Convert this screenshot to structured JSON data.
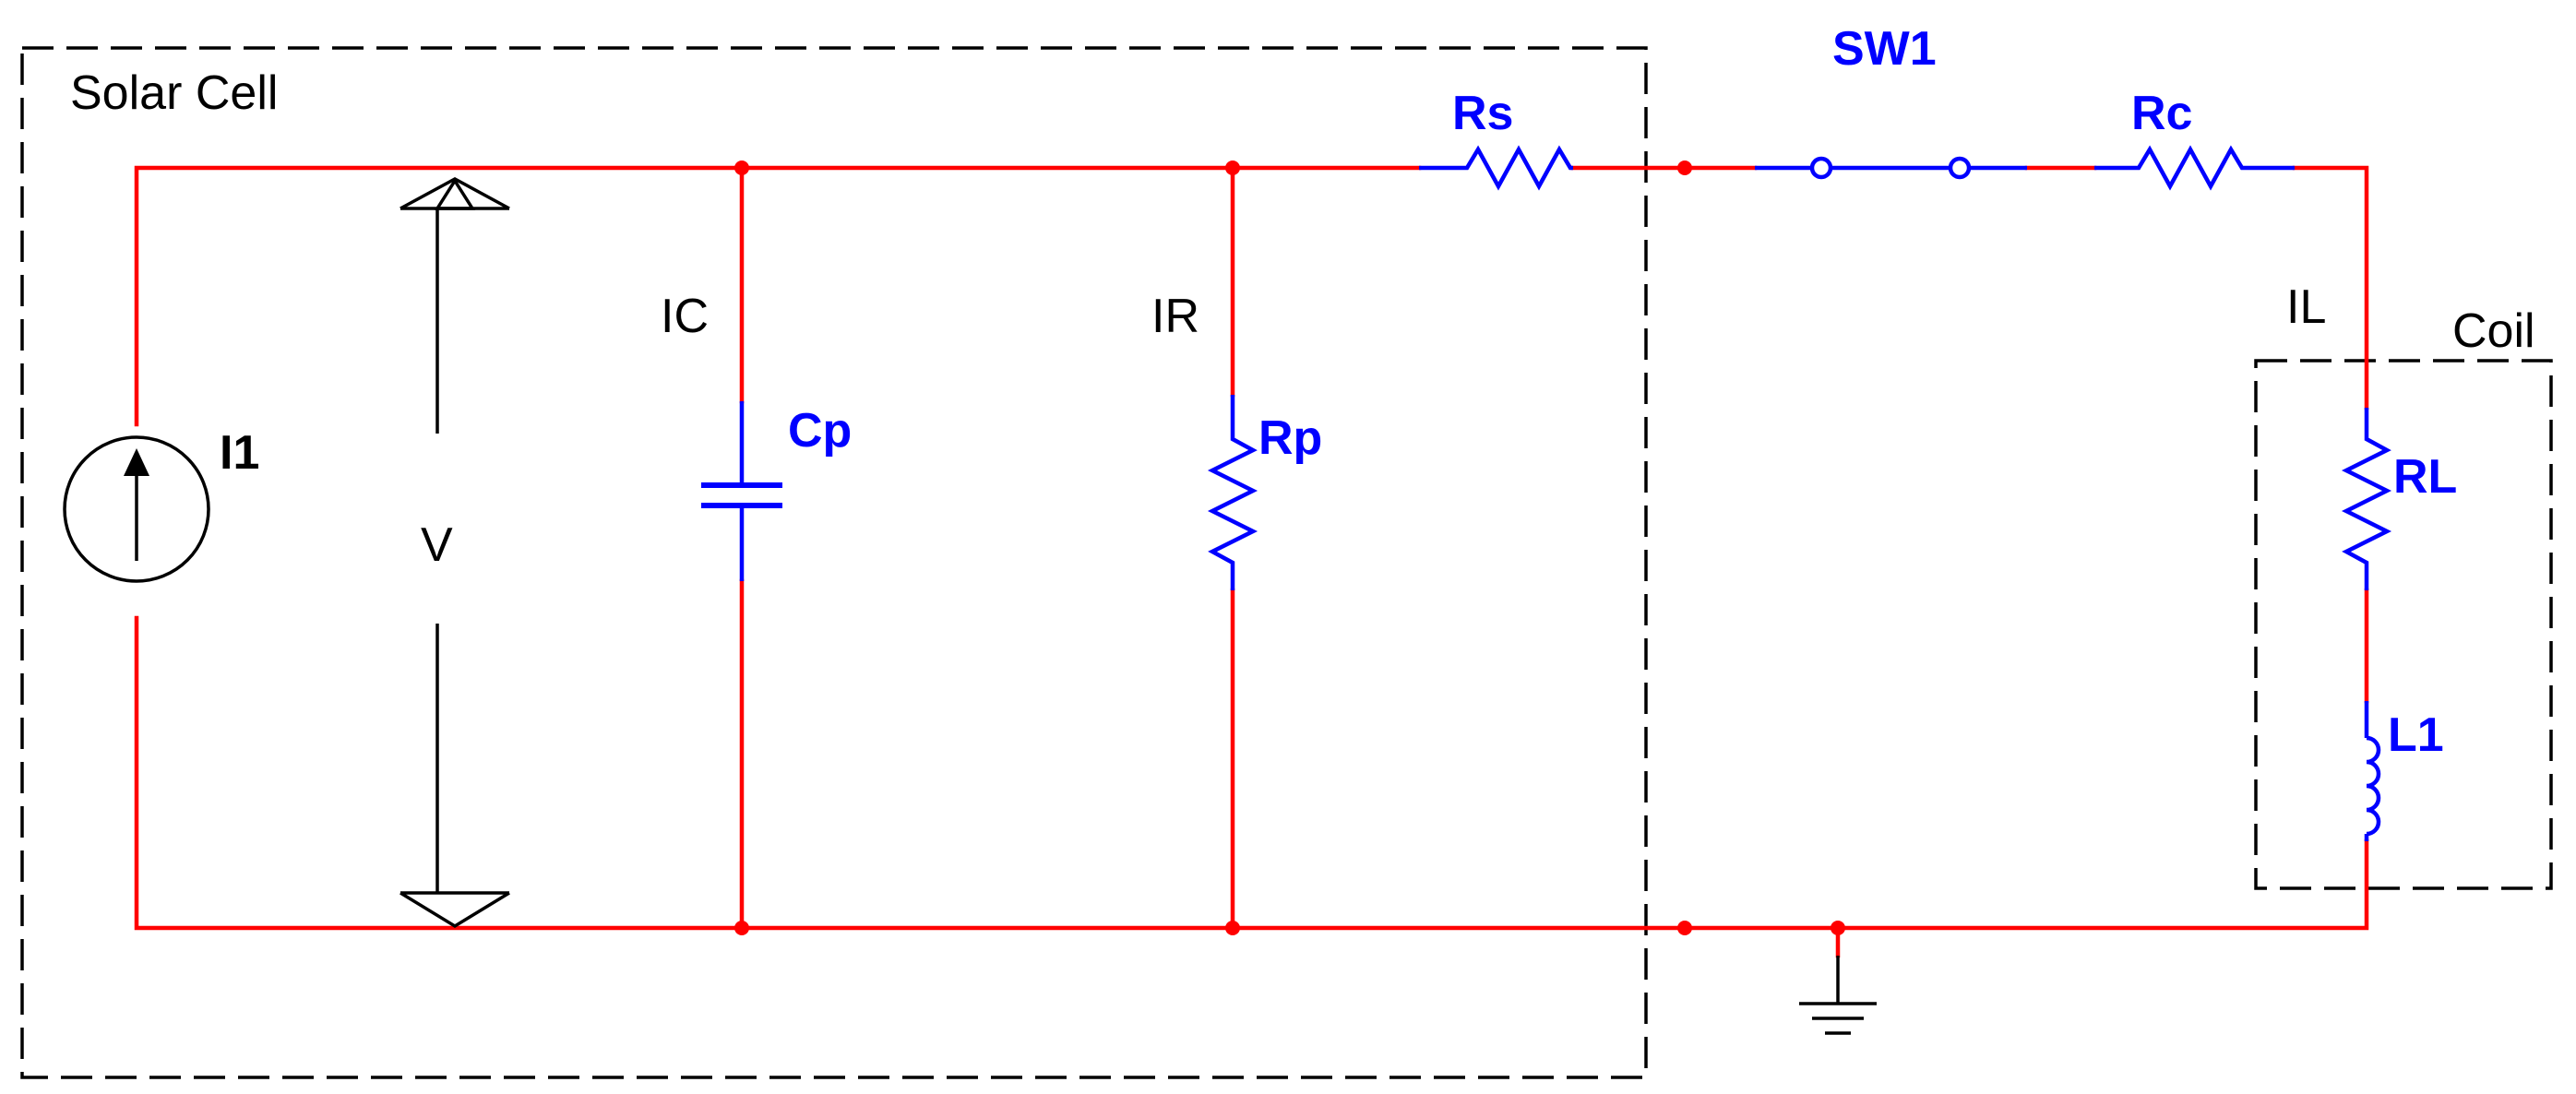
{
  "blocks": {
    "solar_cell": "Solar Cell",
    "coil": "Coil"
  },
  "components": {
    "source": "I1",
    "capacitor": "Cp",
    "parallel_resistor": "Rp",
    "series_resistor": "Rs",
    "switch": "SW1",
    "contact_resistor": "Rc",
    "coil_resistor": "RL",
    "inductor": "L1"
  },
  "quantities": {
    "voltage": "V",
    "cap_current": "IC",
    "res_current": "IR",
    "load_current": "IL"
  },
  "colors": {
    "wire": "#ff0000",
    "component": "#0000ff",
    "outline": "#000000"
  }
}
